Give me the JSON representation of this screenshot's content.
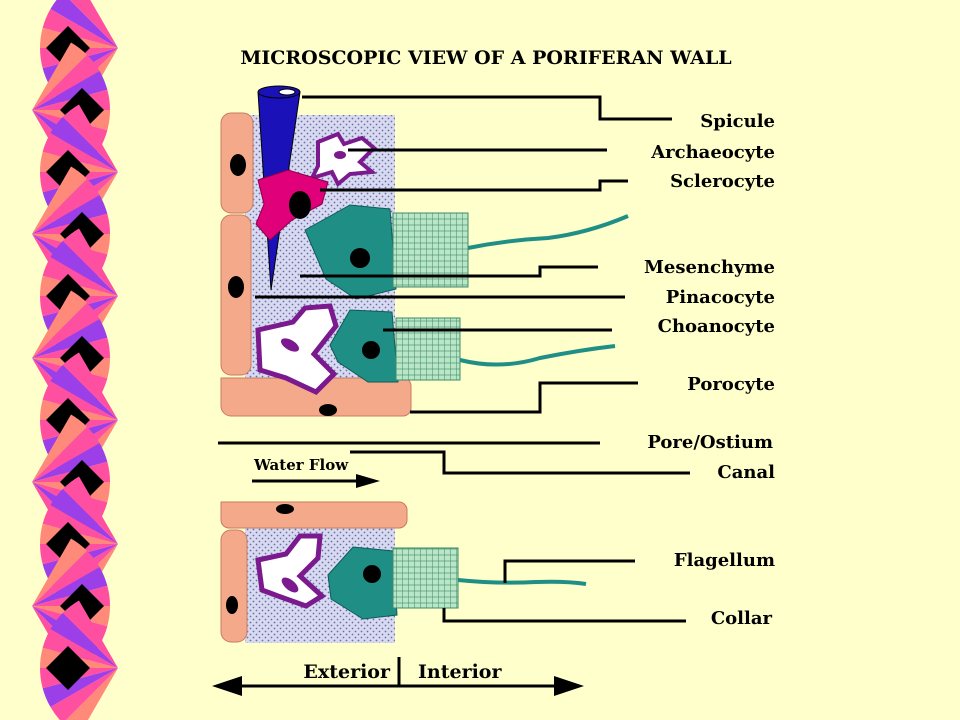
{
  "title": "MICROSCOPIC VIEW OF A PORIFERAN WALL",
  "labels": {
    "spicule": "Spicule",
    "archaeocyte": "Archaeocyte",
    "sclerocyte": "Sclerocyte",
    "mesenchyme": "Mesenchyme",
    "pinacocyte": "Pinacocyte",
    "choanocyte": "Choanocyte",
    "porocyte": "Porocyte",
    "pore": "Pore/Ostium",
    "canal": "Canal",
    "flagellum": "Flagellum",
    "collar": "Collar"
  },
  "water_flow": "Water Flow",
  "exterior": "Exterior",
  "interior": "Interior",
  "colors": {
    "background": "#FFFFCC",
    "pinacocyte": "#F4A98A",
    "choanocyte": "#1F8F86",
    "collar": "#A8DDB8",
    "spicule": "#1A12B8",
    "sclerocyte": "#E0007A",
    "archaeocyte_border": "#7A1A8E",
    "mesohyl": "#C9CCE8",
    "fan_pink": "#FF4FA0",
    "fan_purple": "#9B3FE8",
    "fan_salmon": "#FF8A7A"
  },
  "border_icons": "fan-and-diamond-decorations"
}
